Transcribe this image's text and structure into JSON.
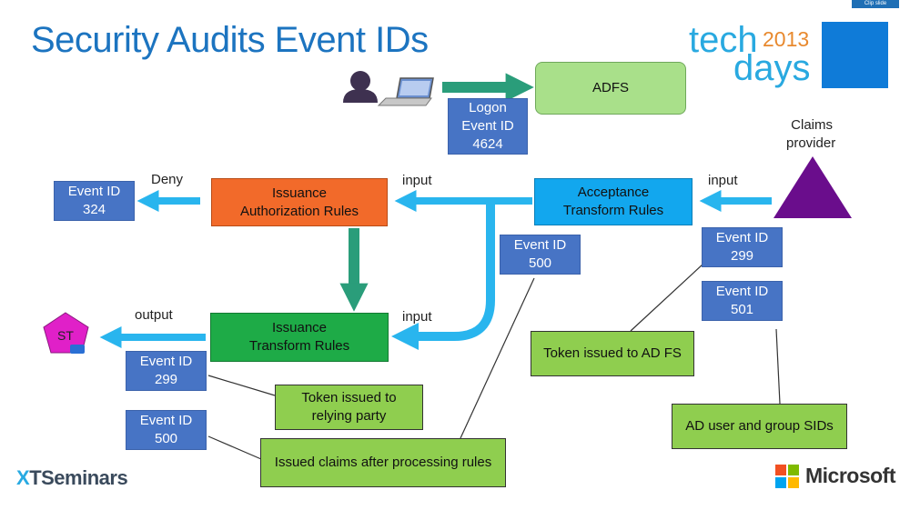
{
  "slide": {
    "title": "Security Audits Event IDs",
    "clip_label": "Clip slide"
  },
  "branding": {
    "techdays_word1": "tech",
    "techdays_year": "2013",
    "techdays_word2": "days",
    "xts_x": "X",
    "xts_rest": "TSeminars",
    "microsoft": "Microsoft"
  },
  "nodes": {
    "adfs": "ADFS",
    "claims_provider_line1": "Claims",
    "claims_provider_line2": "provider",
    "acceptance_line1": "Acceptance",
    "acceptance_line2": "Transform Rules",
    "authorization_line1": "Issuance",
    "authorization_line2": "Authorization Rules",
    "issuance_transform_line1": "Issuance",
    "issuance_transform_line2": "Transform Rules",
    "security_token": "ST"
  },
  "events": {
    "logon_line1": "Logon",
    "logon_line2": "Event ID",
    "logon_line3": "4624",
    "deny_label": "Event ID",
    "deny_id": "324",
    "acc500_label": "Event ID",
    "acc500_id": "500",
    "cp299_label": "Event ID",
    "cp299_id": "299",
    "cp501_label": "Event ID",
    "cp501_id": "501",
    "out299_label": "Event ID",
    "out299_id": "299",
    "out500_label": "Event ID",
    "out500_id": "500"
  },
  "arrow_labels": {
    "deny": "Deny",
    "input_top": "input",
    "input_right": "input",
    "input_bottom": "input",
    "output": "output"
  },
  "notes": {
    "token_adfs": "Token issued to AD FS",
    "token_rp_line1": "Token issued to",
    "token_rp_line2": "relying party",
    "issued_claims": "Issued claims after processing rules",
    "ad_sids": "AD user and group SIDs"
  },
  "colors": {
    "title": "#1c74c0",
    "event_box": "#4774c5",
    "adfs": "#a9e08a",
    "acceptance": "#12a7ee",
    "authorization": "#f26a2a",
    "issuance_transform": "#1eab47",
    "note": "#8fce4f",
    "claims_provider": "#6a0d8c",
    "security_token": "#e020c8",
    "arrow_blue": "#29b5ee",
    "arrow_green": "#2a9d7a"
  },
  "icons": {
    "user": "user-icon",
    "laptop": "laptop-icon",
    "microsoft_logo": "microsoft-logo-icon"
  }
}
